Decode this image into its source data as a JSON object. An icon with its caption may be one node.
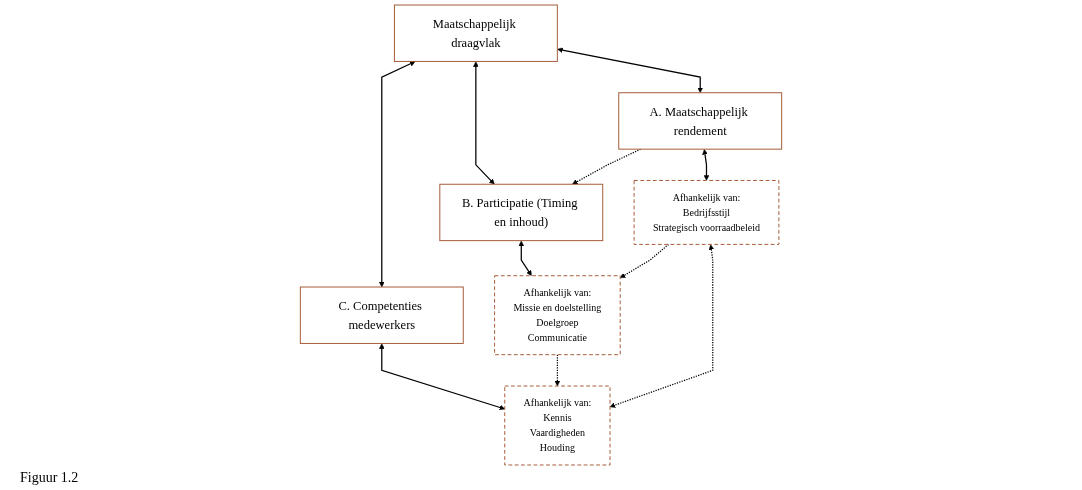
{
  "diagram": {
    "caption": "Figuur 1.2",
    "nodes": [
      {
        "text": [
          "Maatschappelijk draagvlak"
        ]
      },
      {
        "text": [
          "A. Maatschappelijk rendement"
        ]
      },
      {
        "text": [
          "B. Participatie (Timing en inhoud)"
        ]
      },
      {
        "text": [
          "C. Competenties medewerkers"
        ]
      },
      {
        "text": [
          "Afhankelijk van:",
          "Bedrijfsstijl",
          "Strategisch voorraadbeleid"
        ]
      },
      {
        "text": [
          "Afhankelijk van:",
          "Missie en doelstelling",
          "Doelgroep",
          "Communicatie"
        ]
      },
      {
        "text": [
          "Afhankelijk van:",
          "Kennis",
          "Vaardigheden",
          "Houding"
        ]
      }
    ],
    "edges": [
      {
        "from": 0,
        "to": 1,
        "arrow": "both"
      },
      {
        "from": 0,
        "to": 2,
        "arrow": "both"
      },
      {
        "from": 0,
        "to": 3,
        "arrow": "both"
      },
      {
        "from": 1,
        "to": 2,
        "arrow": "to",
        "style": "dashed"
      },
      {
        "from": 1,
        "to": 4,
        "arrow": "both"
      },
      {
        "from": 2,
        "to": 5,
        "arrow": "both"
      },
      {
        "from": 3,
        "to": 6,
        "arrow": "both"
      },
      {
        "from": 4,
        "to": 5,
        "arrow": "to",
        "style": "dashed"
      },
      {
        "from": 5,
        "to": 6,
        "arrow": "to",
        "style": "dashed"
      },
      {
        "from": 4,
        "to": 6,
        "arrow": "both",
        "style": "dashed"
      }
    ]
  }
}
